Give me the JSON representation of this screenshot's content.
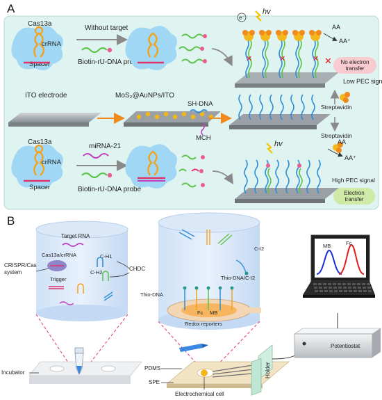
{
  "panel_a": {
    "letter": "A",
    "top": {
      "cas_label": "Cas13a",
      "crrna_label": "crRNA",
      "spacer_label": "Spacer",
      "arrow_label": "Without target",
      "probe_label": "Biotin-rU-DNA probe",
      "hv": "hv",
      "electron": "e⁻",
      "aa": "AA",
      "aa_plus": "AA⁺",
      "status": "No electron transfer",
      "signal": "Low PEC signal"
    },
    "middle": {
      "ito_label": "ITO electrode",
      "mos2_label": "MoS₂@AuNPs/ITO",
      "shdna_label": "SH-DNA",
      "mch_label": "MCH",
      "streptavidin_1": "Streptavidin",
      "streptavidin_2": "Streptavidin"
    },
    "bottom": {
      "cas_label": "Cas13a",
      "crrna_label": "crRNA",
      "spacer_label": "Spacer",
      "arrow_label": "miRNA-21",
      "probe_label": "Biotin-rU-DNA probe",
      "hv": "hv",
      "aa": "AA",
      "aa_plus": "AA⁺",
      "signal": "High PEC signal",
      "status": "Electron transfer"
    }
  },
  "panel_b": {
    "letter": "B",
    "left_cylinder": {
      "target_rna": "Target RNA",
      "cas_crrna": "Cas13a/crRNA",
      "crispr": "CRISPR/Cas system",
      "trigger": "Trigger",
      "ch1": "C-H1",
      "ch2": "C-H2",
      "chdc": "CHDC"
    },
    "incubator": "Incubator",
    "middle_cylinder": {
      "ci2": "C-I2",
      "thio_ci2": "Thio-DNA/C-I2",
      "thio_dna": "Thio-DNA",
      "fc": "Fc",
      "mb": "MB",
      "redox": "Redox reporters"
    },
    "device": {
      "pdms": "PDMS",
      "spe": "SPE",
      "cell": "Electrochemical cell",
      "holder": "Holder",
      "potentiostat": "Potentiostat"
    },
    "laptop": {
      "mb": "MB",
      "fc": "Fc"
    }
  },
  "colors": {
    "panel_a_bg": "#dff3f0",
    "cas_blue": "#9fd7f4",
    "strand_blue": "#2f8fd8",
    "strand_green": "#5cc34a",
    "strand_red": "#e0336a",
    "gold": "#f2b81b",
    "probe_pink": "#e85c8f",
    "mb_curve": "#1c2fd6",
    "fc_curve": "#e02020"
  }
}
